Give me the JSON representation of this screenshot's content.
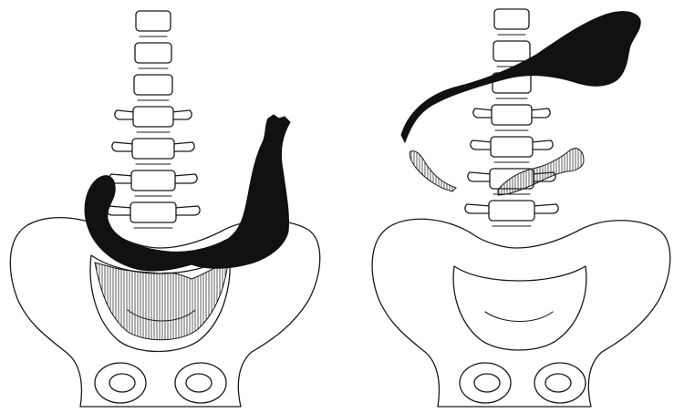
{
  "figure": {
    "panels": [
      {
        "id": "left",
        "vertebra_count": 7
      },
      {
        "id": "right",
        "vertebra_count": 7
      }
    ],
    "colors": {
      "background": "#ffffff",
      "outline": "#1a1a1a",
      "contrast_fill": "#111111",
      "hatching": "#333333"
    }
  }
}
